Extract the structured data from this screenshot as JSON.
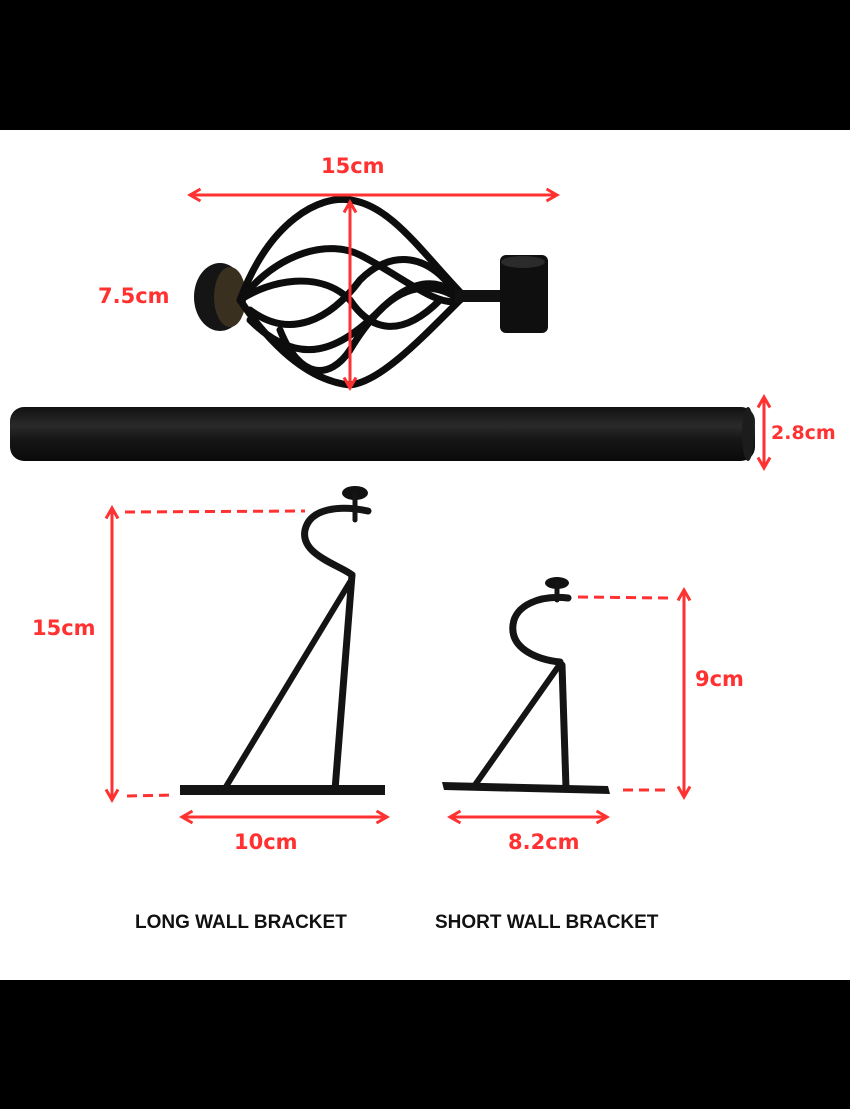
{
  "background_color": "#000000",
  "canvas_color": "#ffffff",
  "annotation_color": "#ff3131",
  "finial": {
    "width_label": "15cm",
    "height_label": "7.5cm"
  },
  "rod": {
    "diameter_label": "2.8cm"
  },
  "long_bracket": {
    "height_label": "15cm",
    "base_label": "10cm",
    "caption": "LONG WALL BRACKET"
  },
  "short_bracket": {
    "height_label": "9cm",
    "base_label": "8.2cm",
    "caption": "SHORT WALL BRACKET"
  }
}
